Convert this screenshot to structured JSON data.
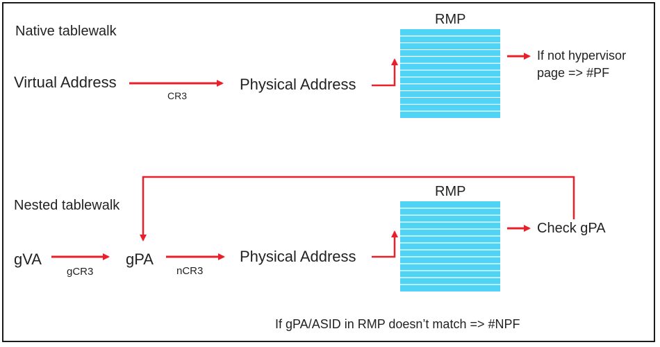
{
  "native": {
    "heading": "Native tablewalk",
    "virtual_address": "Virtual Address",
    "cr3": "CR3",
    "physical_address": "Physical Address",
    "rmp": "RMP",
    "result_line1": "If not hypervisor",
    "result_line2": "page => #PF"
  },
  "nested": {
    "heading": "Nested tablewalk",
    "gva": "gVA",
    "gcr3": "gCR3",
    "gpa": "gPA",
    "ncr3": "nCR3",
    "physical_address": "Physical Address",
    "rmp": "RMP",
    "check": "Check gPA",
    "footer": "If gPA/ASID in RMP doesn’t match => #NPF"
  },
  "colors": {
    "arrow": "#e8202a",
    "rmp_fill": "#4fd4f5",
    "rmp_line": "#ffffff",
    "border": "#1a1a1a"
  }
}
